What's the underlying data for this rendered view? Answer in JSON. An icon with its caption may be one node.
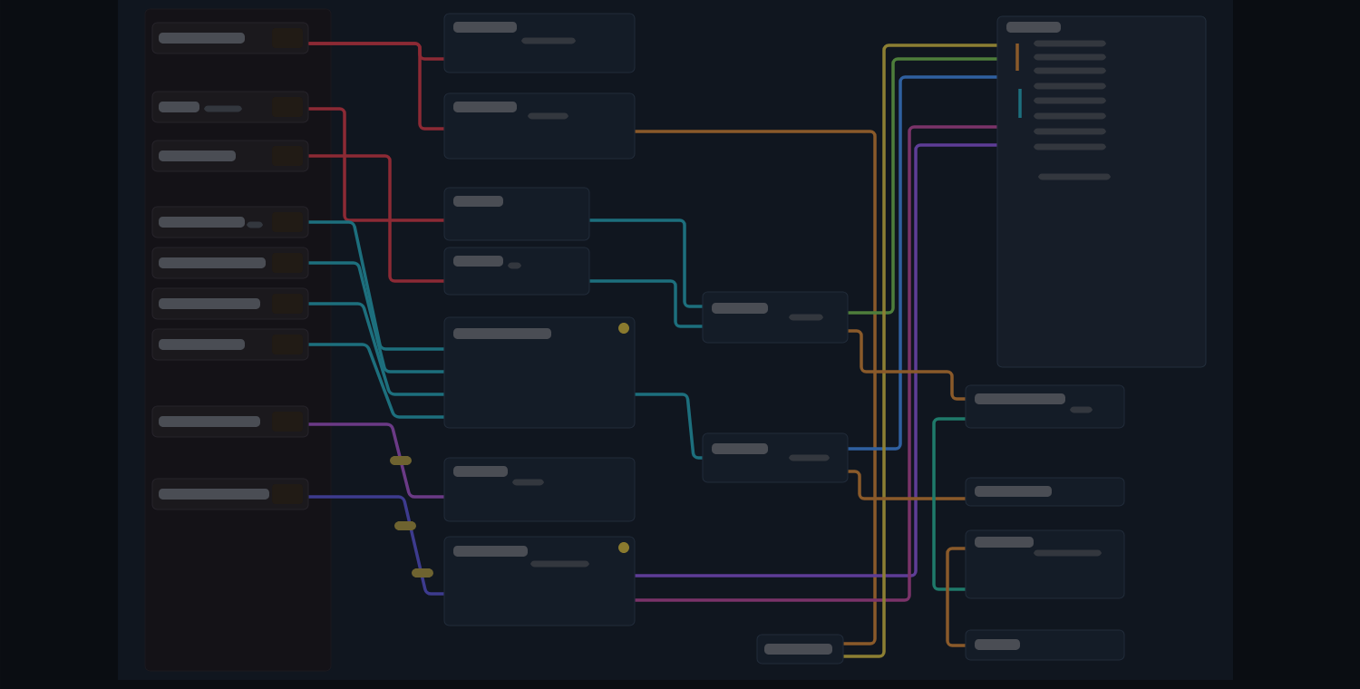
{
  "diagram": {
    "nodes": [
      {
        "text": [],
        "shape": "box"
      },
      {
        "text": [],
        "shape": "box",
        "in": 0
      },
      {
        "text": [],
        "shape": "box",
        "in": 0
      },
      {
        "text": [],
        "shape": "box",
        "in": 0
      },
      {
        "text": [],
        "shape": "box",
        "in": 0
      },
      {
        "text": [],
        "shape": "box",
        "in": 0
      },
      {
        "text": [],
        "shape": "box",
        "in": 0
      },
      {
        "text": [],
        "shape": "box",
        "in": 0
      },
      {
        "text": [],
        "shape": "box",
        "in": 0
      },
      {
        "text": [],
        "shape": "box",
        "in": 0
      },
      {
        "text": [],
        "shape": "box"
      },
      {
        "text": [],
        "shape": "box"
      },
      {
        "text": [],
        "shape": "box"
      },
      {
        "text": [],
        "shape": "box"
      },
      {
        "text": [],
        "shape": "box"
      },
      {
        "text": [],
        "shape": "box"
      },
      {
        "text": [],
        "shape": "box"
      },
      {
        "text": [],
        "shape": "box"
      },
      {
        "text": [],
        "shape": "box"
      },
      {
        "text": [],
        "shape": "box"
      },
      {
        "text": [],
        "shape": "box"
      },
      {
        "text": [],
        "shape": "box"
      },
      {
        "text": [],
        "shape": "box"
      },
      {
        "text": [],
        "shape": "box"
      },
      {
        "text": [],
        "shape": "box"
      }
    ],
    "edges": [
      {
        "from": 1,
        "to": 10,
        "arrow": "none",
        "color": "#8c2a35"
      },
      {
        "from": 1,
        "to": 11,
        "arrow": "none",
        "color": "#8c2a35"
      },
      {
        "from": 2,
        "to": 12,
        "arrow": "none",
        "color": "#8c2a35"
      },
      {
        "from": 3,
        "to": 13,
        "arrow": "none",
        "color": "#8c2a35"
      },
      {
        "from": 4,
        "to": 14,
        "arrow": "none",
        "color": "#1d6f7d"
      },
      {
        "from": 5,
        "to": 14,
        "arrow": "none",
        "color": "#1d6f7d"
      },
      {
        "from": 6,
        "to": 14,
        "arrow": "none",
        "color": "#1d6f7d"
      },
      {
        "from": 7,
        "to": 14,
        "arrow": "none",
        "color": "#1d6f7d"
      },
      {
        "from": 8,
        "to": 15,
        "arrow": "none",
        "color": "#6b3a86"
      },
      {
        "from": 9,
        "to": 16,
        "arrow": "none",
        "color": "#3d3b8e"
      },
      {
        "from": 12,
        "to": 17,
        "arrow": "none",
        "color": "#1d6f7d"
      },
      {
        "from": 13,
        "to": 17,
        "arrow": "none",
        "color": "#1d6f7d"
      },
      {
        "from": 14,
        "to": 18,
        "arrow": "none",
        "color": "#1d6f7d"
      },
      {
        "from": 11,
        "to": 19,
        "arrow": "none",
        "color": "#8a5a2a"
      },
      {
        "from": 16,
        "to": 20,
        "arrow": "none",
        "color": "#5e3d96"
      },
      {
        "from": 16,
        "to": 20,
        "arrow": "none",
        "color": "#7a3369"
      },
      {
        "from": 17,
        "to": 20,
        "arrow": "none",
        "color": "#4e7e3b"
      },
      {
        "from": 18,
        "to": 20,
        "arrow": "none",
        "color": "#2f60a0"
      },
      {
        "from": 19,
        "to": 20,
        "arrow": "none",
        "color": "#8c7f33"
      },
      {
        "from": 17,
        "to": 21,
        "arrow": "none",
        "color": "#8a5a2a"
      },
      {
        "from": 18,
        "to": 22,
        "arrow": "none",
        "color": "#8a5a2a"
      },
      {
        "from": 21,
        "to": 23,
        "arrow": "none",
        "color": "#1f7a6a"
      },
      {
        "from": 23,
        "to": 24,
        "arrow": "none",
        "color": "#8a5a2a"
      }
    ]
  }
}
